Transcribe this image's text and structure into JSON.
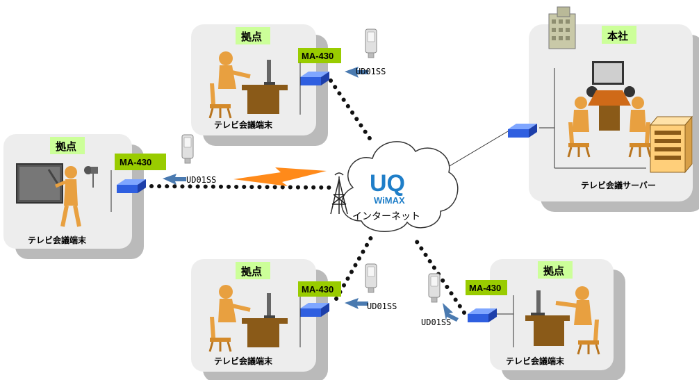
{
  "labels": {
    "site": "拠点",
    "hq": "本社",
    "router": "MA-430",
    "dongle": "UD01SS",
    "terminal": "テレビ会議端末",
    "server": "テレビ会議サーバー",
    "internet": "インターネット",
    "uq_logo": "UQ",
    "wimax_logo": "WiMAX"
  },
  "colors": {
    "panel_fill": "#ededed",
    "panel_shadow": "#8c8c8c",
    "label_green": "#ccff99",
    "router_green": "#99cc00",
    "switch_blue": "#3366ee",
    "link_dot": "#111111",
    "figure_orange": "#e8a040",
    "desk_brown": "#8a5a18",
    "uq_blue": "#1f7ec8",
    "lightning": "#ff8a1a"
  },
  "icons": [
    "building-icon",
    "person-at-desk-icon",
    "presenter-icon",
    "meeting-table-icon",
    "server-rack-icon",
    "network-switch-icon",
    "usb-dongle-icon",
    "arrow-icon",
    "radio-tower-icon",
    "lightning-icon",
    "cloud-icon",
    "uq-wimax-logo",
    "camera-icon"
  ]
}
